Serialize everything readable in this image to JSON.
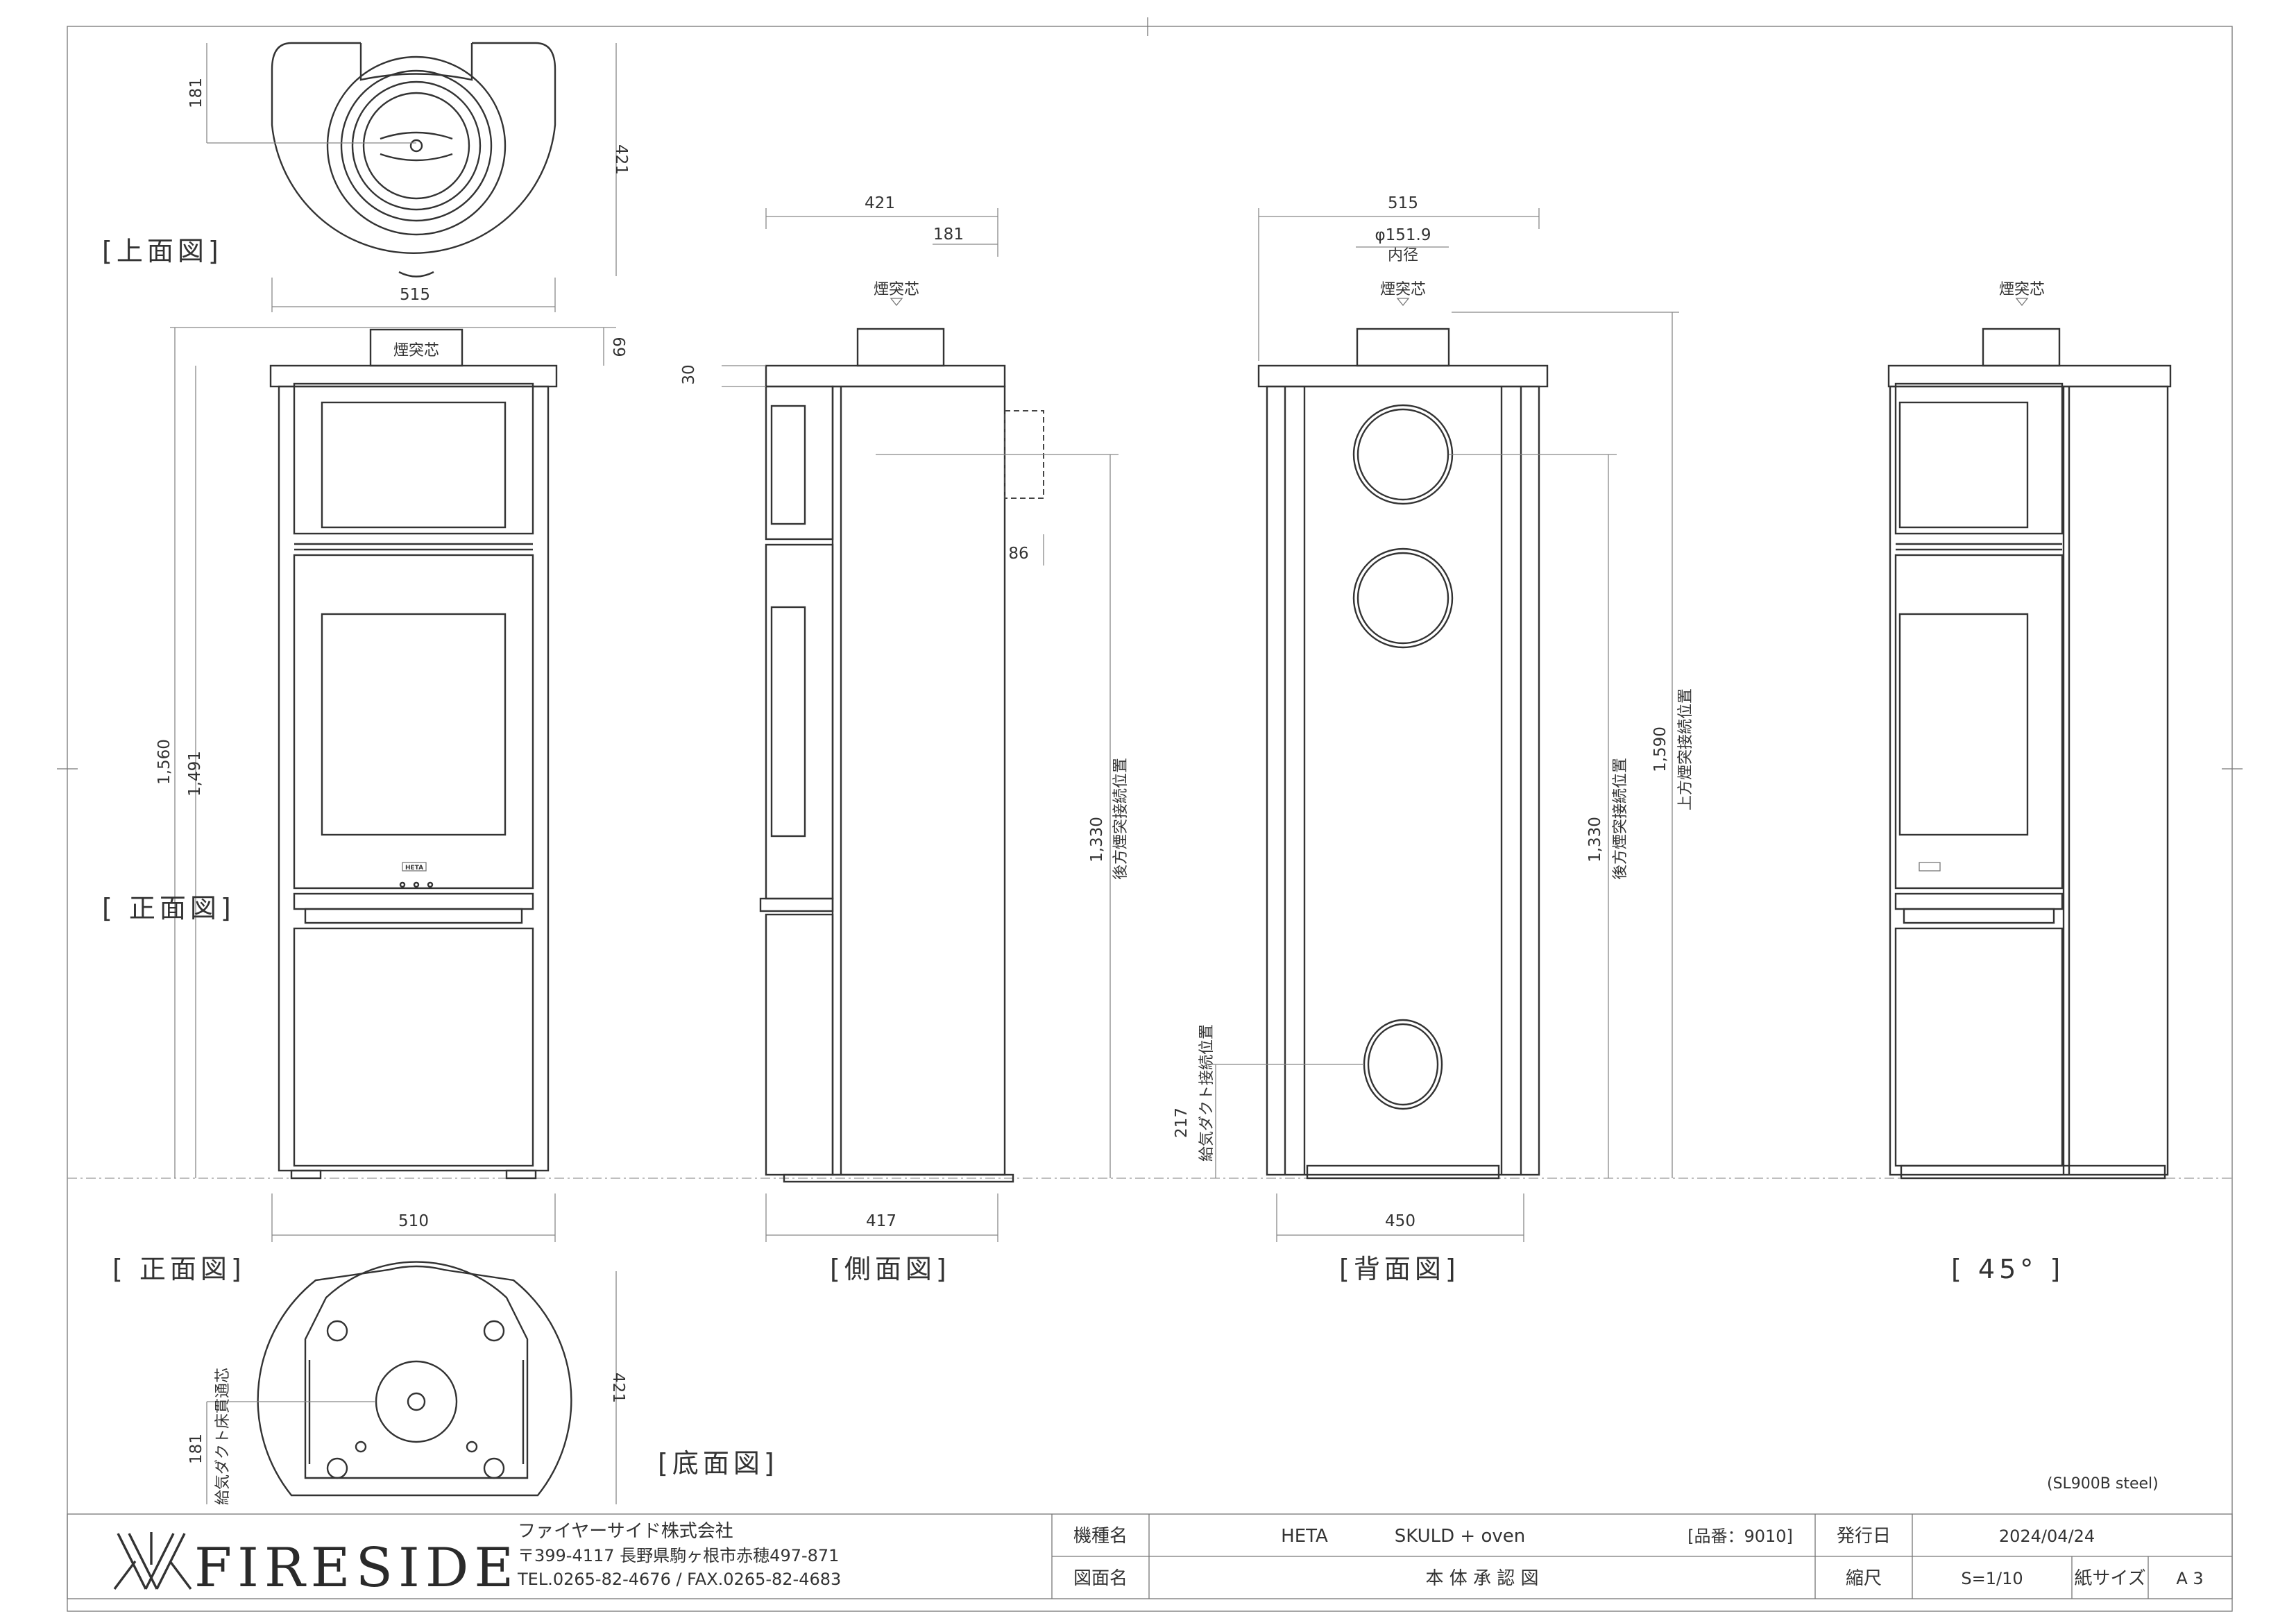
{
  "views": {
    "top": "[上面図]",
    "front": "[ 正面図]",
    "front_bottom": "[ 正面図]",
    "side": "[側面図]",
    "back": "[背面図]",
    "angle": "[ 45° ]",
    "bottom": "[底面図]"
  },
  "dimensions": {
    "top_181": "181",
    "top_421": "421",
    "top_515": "515",
    "front_69": "69",
    "front_1560": "1,560",
    "front_1491": "1,491",
    "front_510": "510",
    "side_421": "421",
    "side_181": "181",
    "side_30": "30",
    "side_86": "86",
    "side_1330": "1,330",
    "side_417": "417",
    "back_515": "515",
    "back_phi": "φ151.9",
    "back_inner": "内径",
    "back_1330": "1,330",
    "back_1590": "1,590",
    "back_217": "217",
    "back_450": "450",
    "bottom_421": "421",
    "bottom_181": "181"
  },
  "notes": {
    "flue_center": "煙突芯",
    "rear_connection": "後方煙突接続位置",
    "top_connection": "上方煙突接続位置",
    "air_duct_connection": "給気ダクト接続位置",
    "air_duct_floor": "給気ダクト床貫通芯",
    "model_note": "(SL900B steel)",
    "brand_plate": "HETA"
  },
  "title_block": {
    "logo": "FIRESIDE",
    "company": "ファイヤーサイド株式会社",
    "address": "〒399-4117 長野県駒ヶ根市赤穂497-871",
    "tel_fax": "TEL.0265-82-4676 / FAX.0265-82-4683",
    "label_model": "機種名",
    "brand": "HETA",
    "model": "SKULD + oven",
    "item_no": "[品番：9010]",
    "label_issue": "発行日",
    "issue_date": "2024/04/24",
    "label_drawing": "図面名",
    "drawing_name": "本 体 承 認 図",
    "label_scale": "縮尺",
    "scale": "S=1/10",
    "label_paper": "紙サイズ",
    "paper": "A 3"
  }
}
